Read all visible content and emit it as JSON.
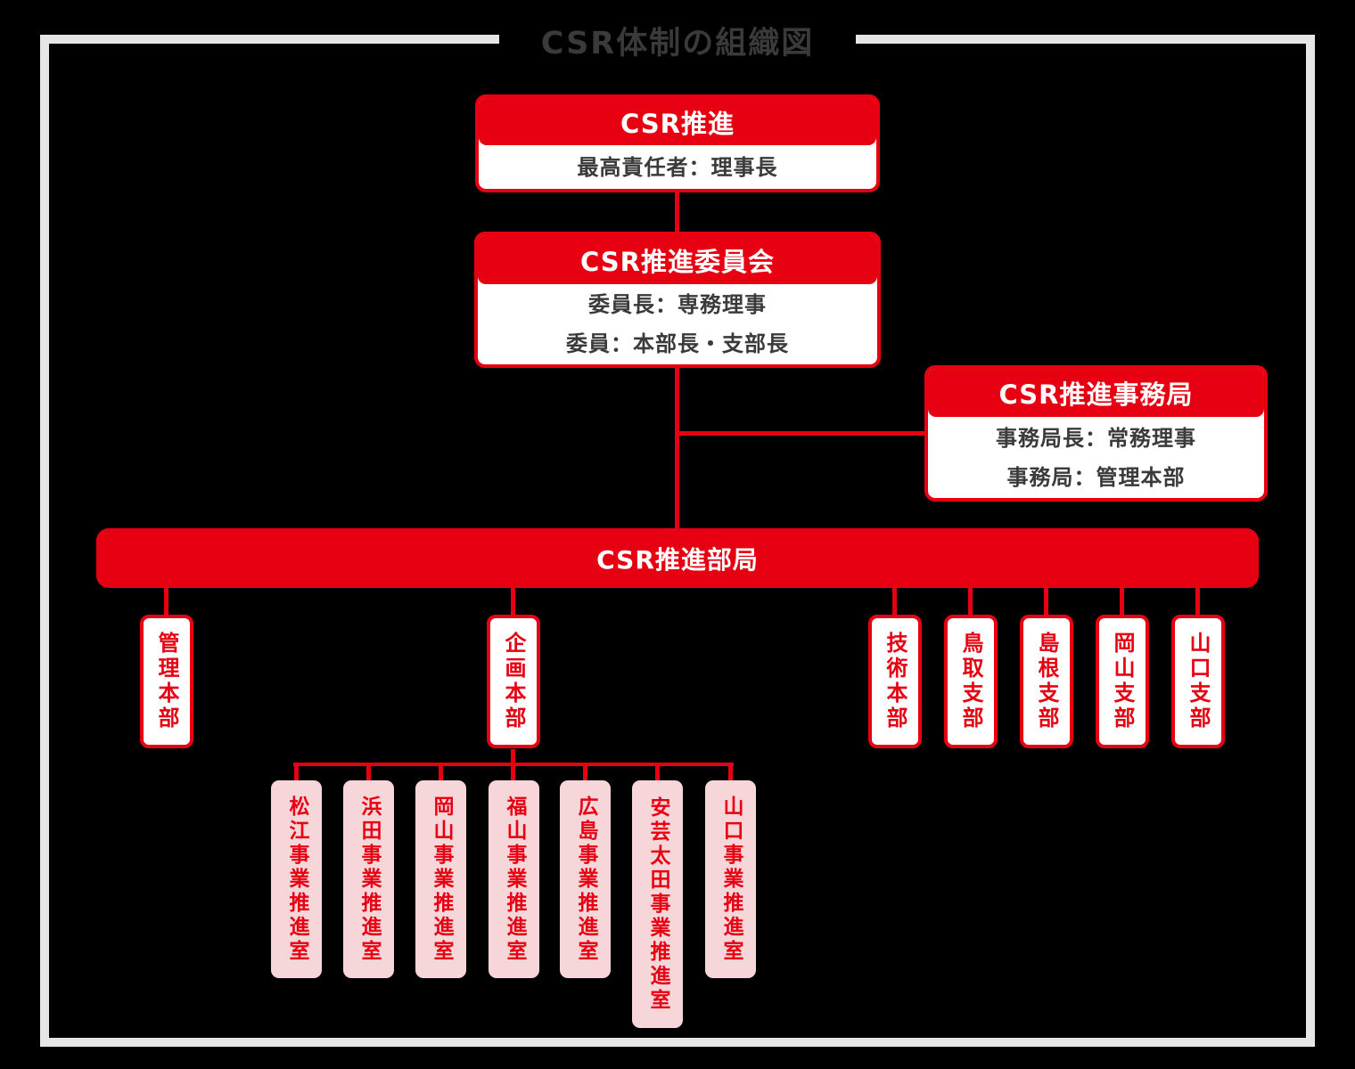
{
  "title": "CSR体制の組織図",
  "colors": {
    "red": "#e60012",
    "pink": "#f7d6da",
    "dark_text": "#3a3a3a",
    "frame_gray": "#e6e6e6",
    "background": "#000000",
    "white": "#ffffff"
  },
  "top_box": {
    "header": "CSR推進",
    "line1": "最高責任者：理事長"
  },
  "committee_box": {
    "header": "CSR推進委員会",
    "line1": "委員長：専務理事",
    "line2": "委員：本部長・支部長"
  },
  "secretariat_box": {
    "header": "CSR推進事務局",
    "line1": "事務局長：常務理事",
    "line2": "事務局：管理本部"
  },
  "bureau_bar": {
    "label": "CSR推進部局"
  },
  "departments": [
    {
      "label": "管理本部"
    },
    {
      "label": "企画本部"
    },
    {
      "label": "技術本部"
    },
    {
      "label": "鳥取支部"
    },
    {
      "label": "島根支部"
    },
    {
      "label": "岡山支部"
    },
    {
      "label": "山口支部"
    }
  ],
  "planning_offices": [
    {
      "label": "松江事業推進室"
    },
    {
      "label": "浜田事業推進室"
    },
    {
      "label": "岡山事業推進室"
    },
    {
      "label": "福山事業推進室"
    },
    {
      "label": "広島事業推進室"
    },
    {
      "label": "安芸太田事業推進室"
    },
    {
      "label": "山口事業推進室"
    }
  ]
}
